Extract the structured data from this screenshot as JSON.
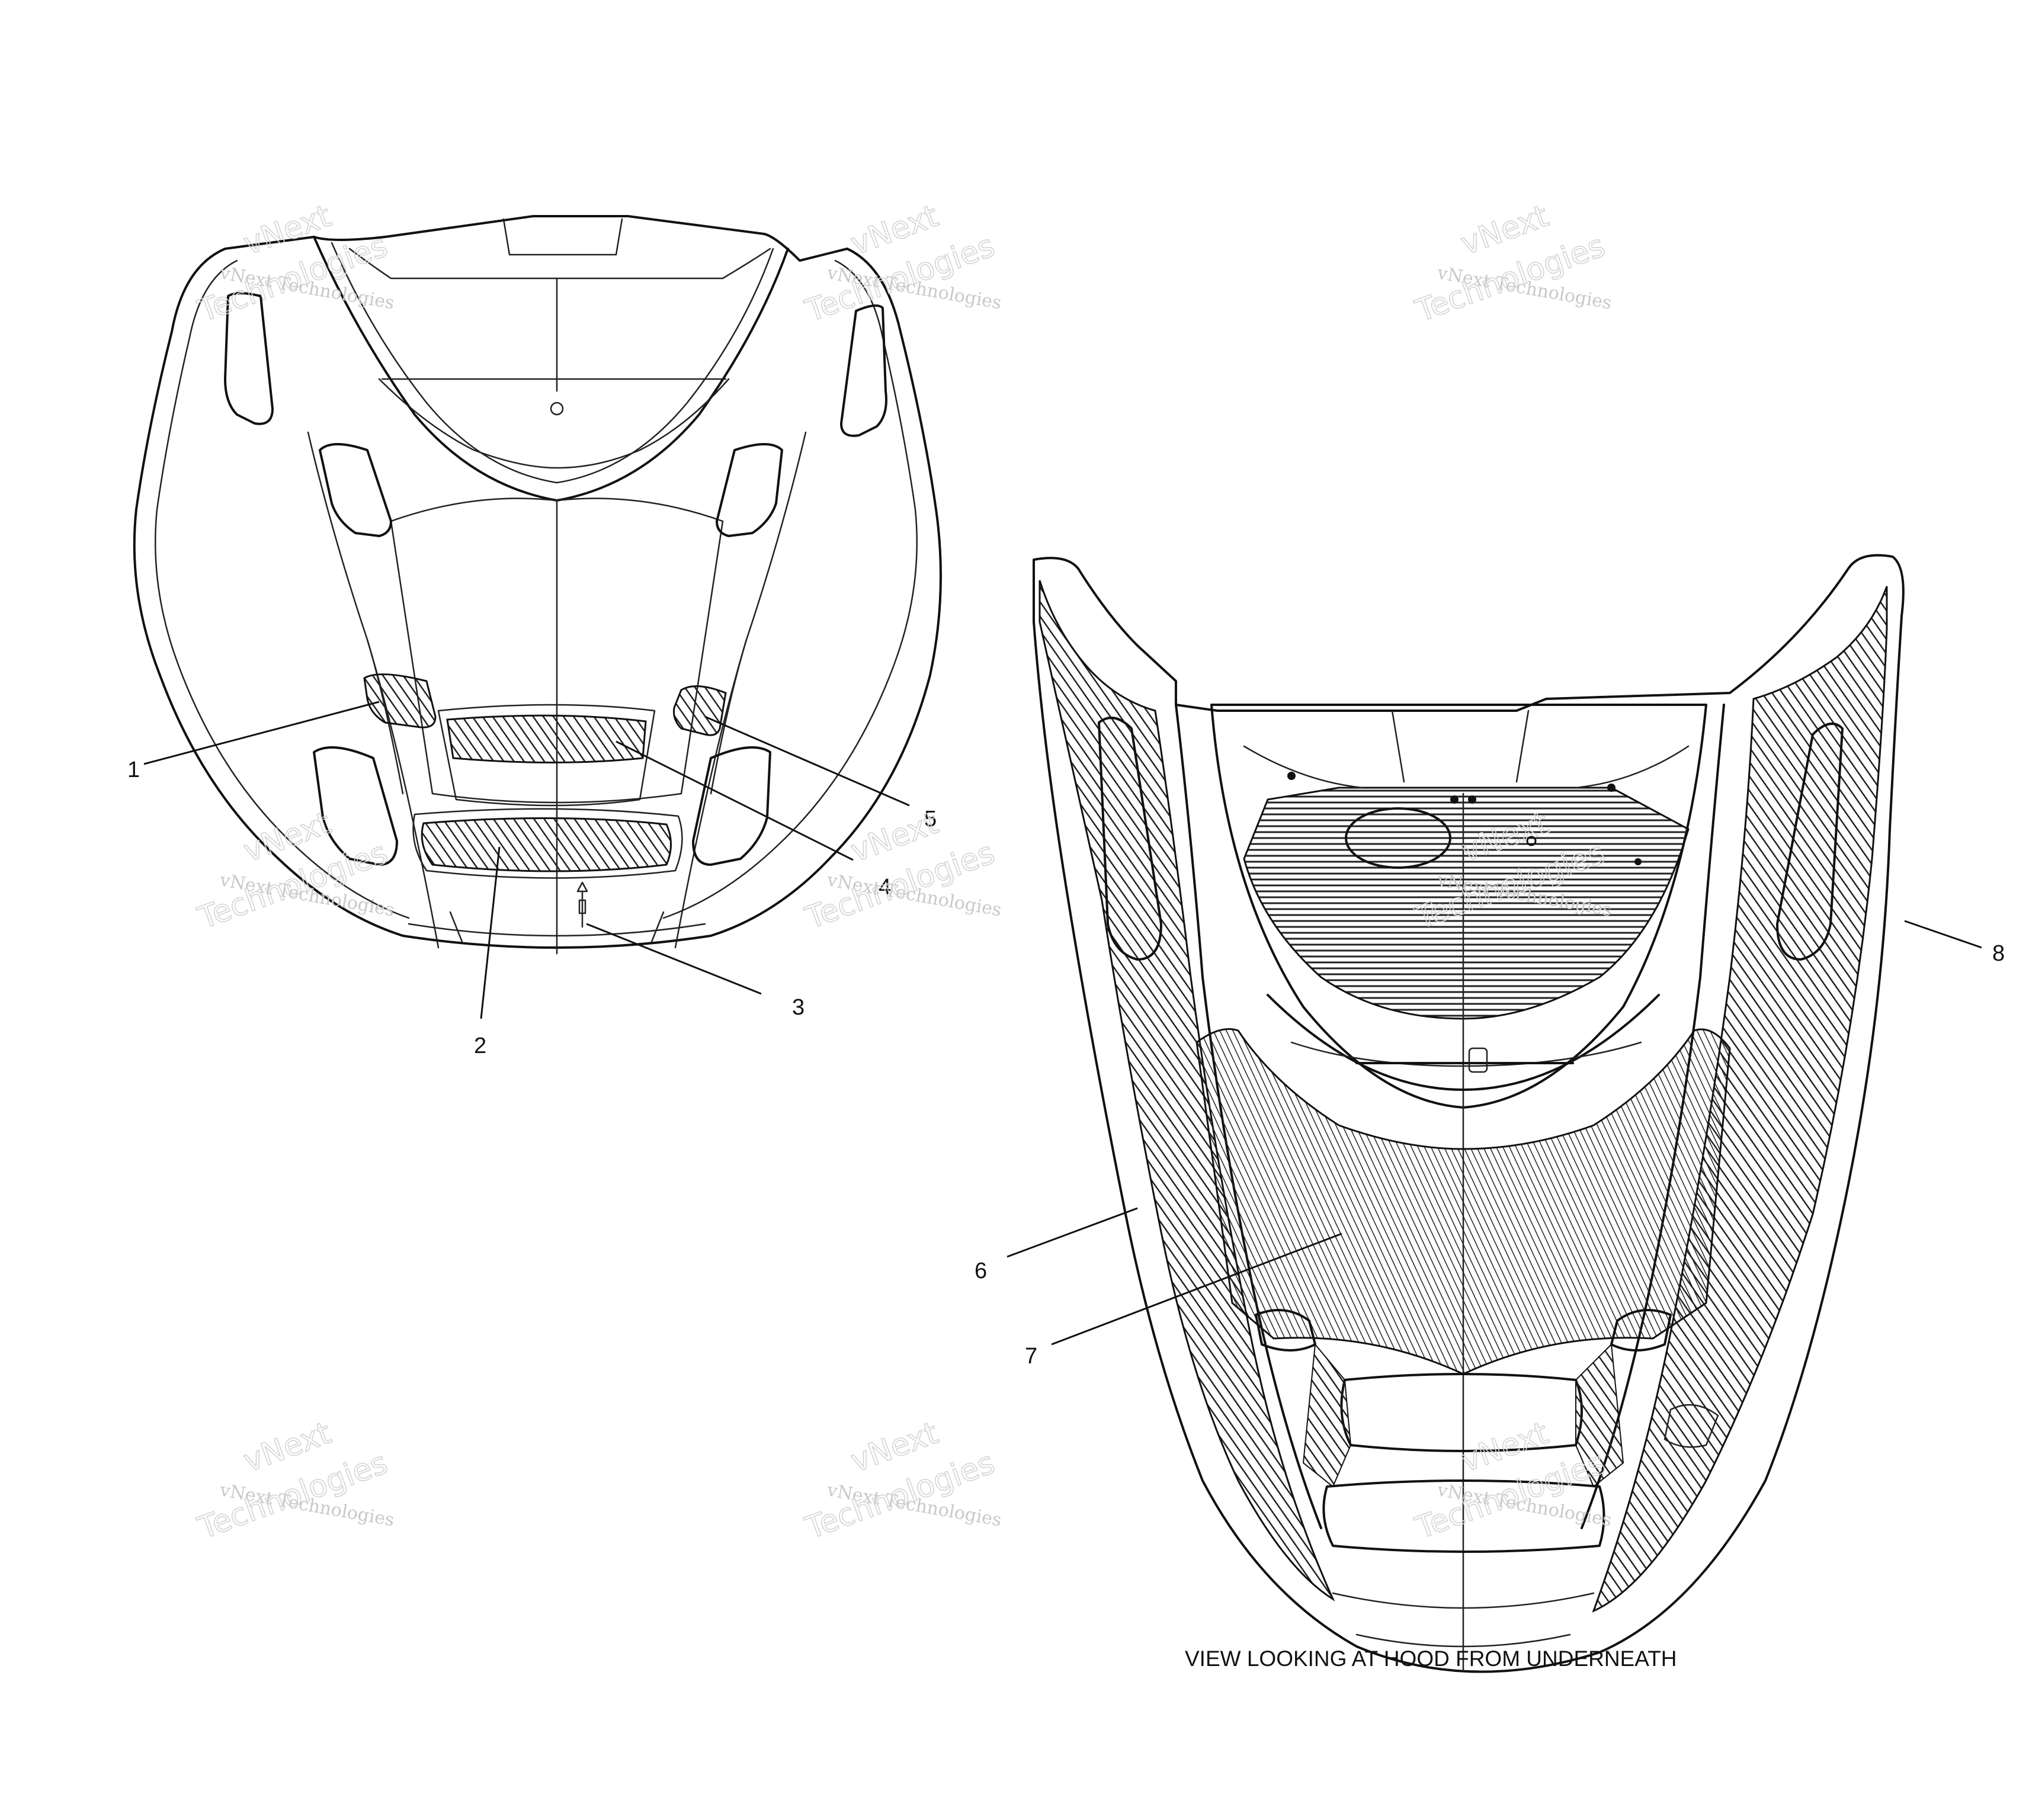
{
  "caption": "VIEW LOOKING AT HOOD FROM UNDERNEATH",
  "watermark": {
    "line1": "vNext Technologies",
    "line2a": "vNext",
    "line2b": "Technologies"
  },
  "callouts": {
    "c1": "1",
    "c2": "2",
    "c3": "3",
    "c4": "4",
    "c5": "5",
    "c6": "6",
    "c7": "7",
    "c8": "8"
  }
}
